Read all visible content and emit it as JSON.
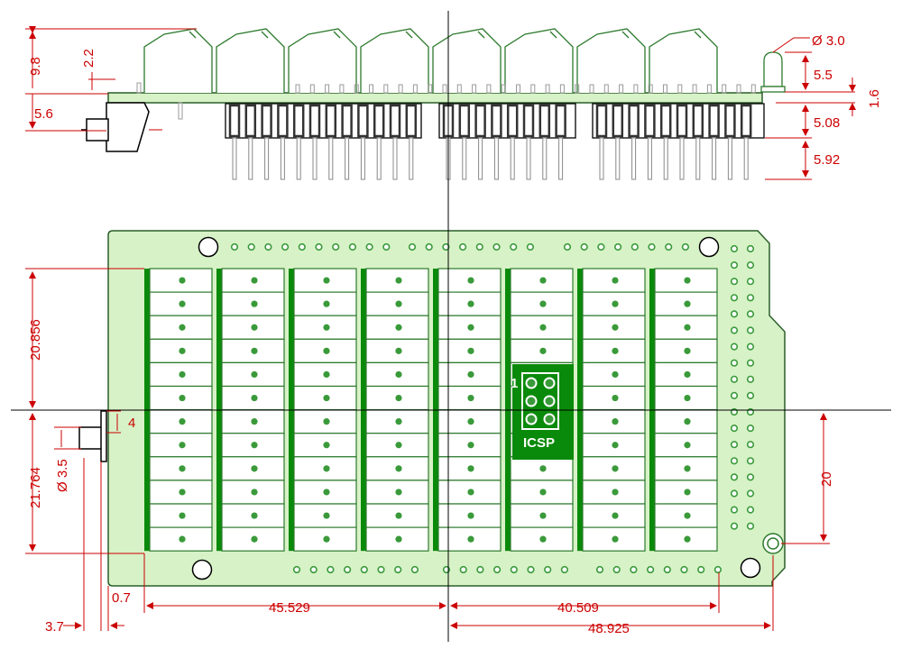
{
  "colors": {
    "board_fill": "#d7f2c7",
    "board_outline": "#2a5e2a",
    "terminal_fill": "#ffffff",
    "terminal_outline": "#2c7a2c",
    "terminal_bar": "#0a8a0a",
    "pad_green": "#3a9a3a",
    "dimension_red": "#cc0000",
    "crosshair": "#000000",
    "icsp_bg": "#0a8a0a",
    "header_pin": "#333333"
  },
  "dimensions": {
    "side_height": "9.8",
    "side_2_2": "2.2",
    "side_5_6": "5.6",
    "led_diameter": "Ø 3.0",
    "led_height": "5.5",
    "pcb_thickness": "1.6",
    "header_5_08": "5.08",
    "header_5_92": "5.92",
    "top_section": "20.856",
    "bottom_section": "21.764",
    "button_diameter": "Ø 3.5",
    "button_4": "4",
    "offset_0_7": "0.7",
    "offset_3_7": "3.7",
    "width_left": "45.529",
    "width_right_1": "40.509",
    "width_right_2": "48.925",
    "hole_offset": "20"
  },
  "icsp": {
    "label": "ICSP",
    "pin1": "1"
  },
  "terminal_blocks": {
    "count": 8,
    "positions_per_block": 12
  }
}
